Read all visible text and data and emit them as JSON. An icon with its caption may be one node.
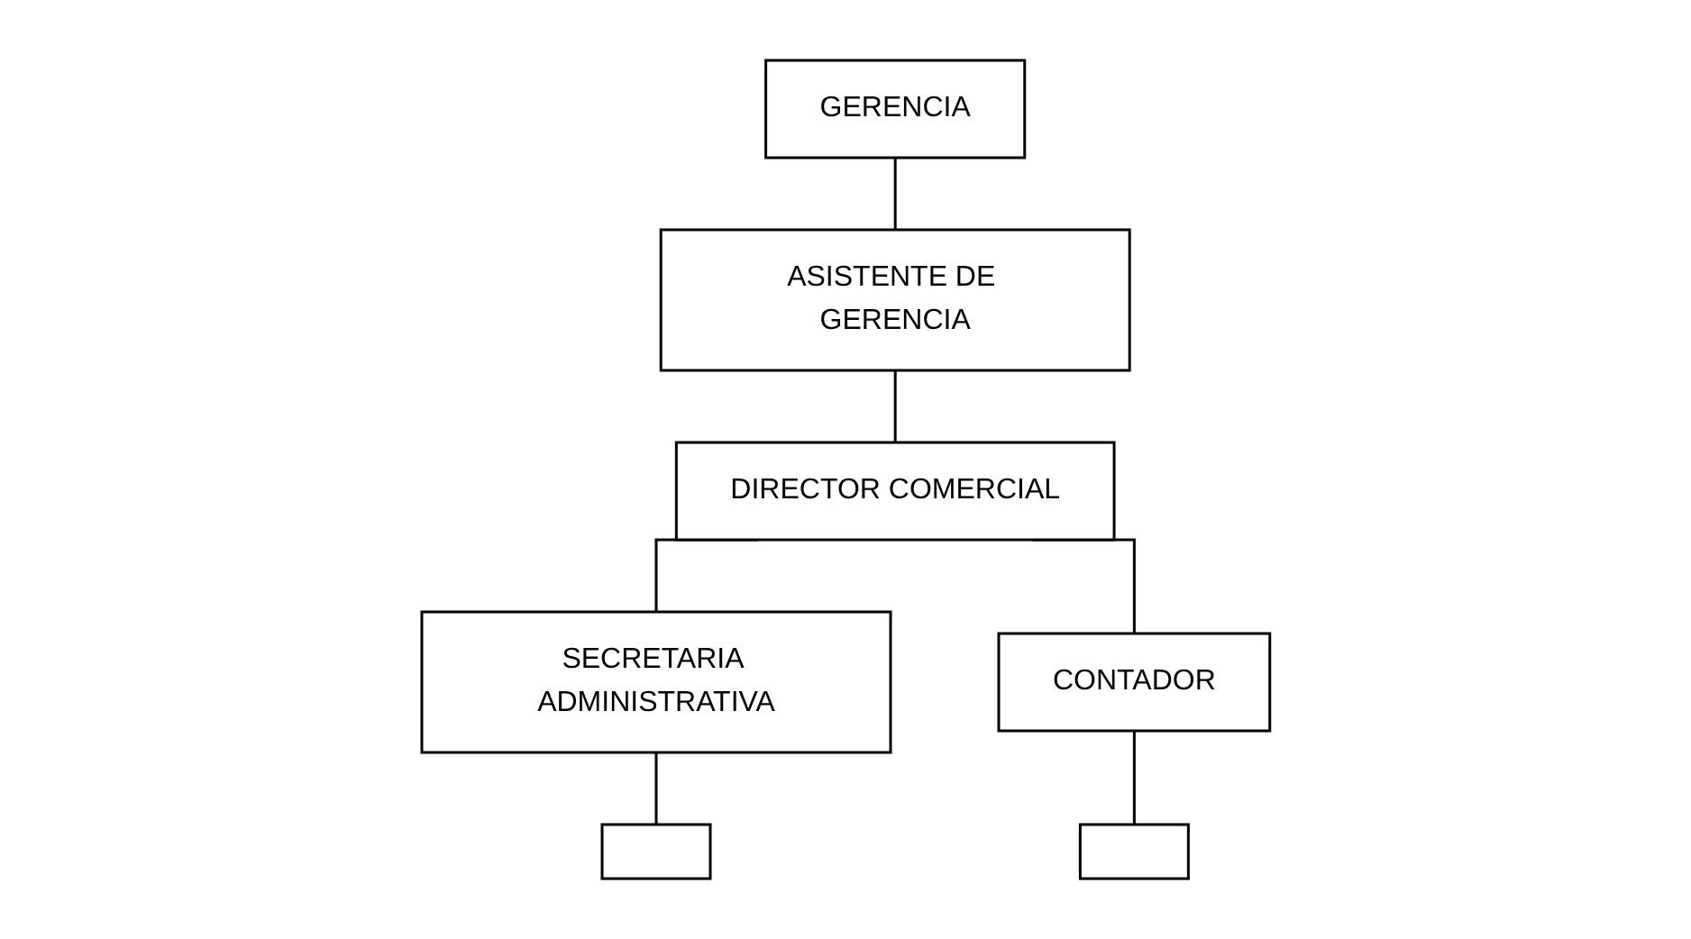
{
  "diagram": {
    "nodes": [
      {
        "text": [
          "GERENCIA"
        ]
      },
      {
        "text": [
          "ASISTENTE DE GERENCIA"
        ]
      },
      {
        "text": [
          "DIRECTOR COMERCIAL"
        ]
      },
      {
        "text": [
          "SECRETARIA ADMINISTRATIVA"
        ]
      },
      {
        "text": [
          "CONTADOR"
        ]
      },
      {
        "text": [],
        "shape": "box"
      },
      {
        "text": [],
        "shape": "box"
      }
    ],
    "edges": [
      {
        "from": 0,
        "to": 1,
        "arrow": "none"
      },
      {
        "from": 1,
        "to": 2,
        "arrow": "none"
      },
      {
        "from": 2,
        "to": 3,
        "arrow": "none"
      },
      {
        "from": 2,
        "to": 4,
        "arrow": "none"
      },
      {
        "from": 3,
        "to": 5,
        "arrow": "none"
      },
      {
        "from": 4,
        "to": 6,
        "arrow": "none"
      }
    ]
  }
}
